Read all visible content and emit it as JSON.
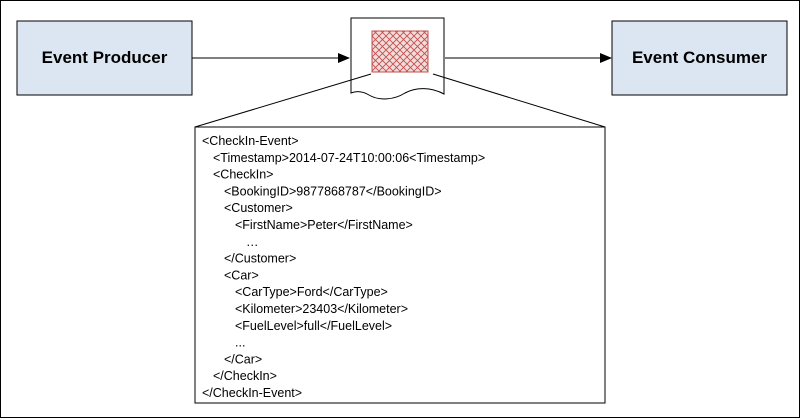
{
  "producer": {
    "label": "Event Producer"
  },
  "consumer": {
    "label": "Event Consumer"
  },
  "event_document": {
    "icon": "document-icon",
    "fill_pattern": "crosshatch",
    "fill_color": "#c0504d"
  },
  "xml_listing": {
    "lines": [
      {
        "text": "<CheckIn-Event>",
        "indent": 0
      },
      {
        "text": "<Timestamp>2014-07-24T10:00:06<Timestamp>",
        "indent": 1
      },
      {
        "text": "<CheckIn>",
        "indent": 1
      },
      {
        "text": "<BookingID>9877868787</BookingID>",
        "indent": 2
      },
      {
        "text": "<Customer>",
        "indent": 2
      },
      {
        "text": "<FirstName>Peter</FirstName>",
        "indent": 3
      },
      {
        "text": "…",
        "indent": 4
      },
      {
        "text": "</Customer>",
        "indent": 2
      },
      {
        "text": "<Car>",
        "indent": 2
      },
      {
        "text": "<CarType>Ford</CarType>",
        "indent": 3
      },
      {
        "text": "<Kilometer>23403</Kilometer>",
        "indent": 3
      },
      {
        "text": "<FuelLevel>full</FuelLevel>",
        "indent": 3
      },
      {
        "text": "...",
        "indent": 3
      },
      {
        "text": "</Car>",
        "indent": 2
      },
      {
        "text": "</CheckIn>",
        "indent": 1
      },
      {
        "text": "</CheckIn-Event>",
        "indent": 0
      }
    ]
  },
  "colors": {
    "box_fill": "#dce6f2",
    "line": "#000000",
    "hatch": "#c0504d",
    "hatch_bg": "#f2dcdb"
  }
}
